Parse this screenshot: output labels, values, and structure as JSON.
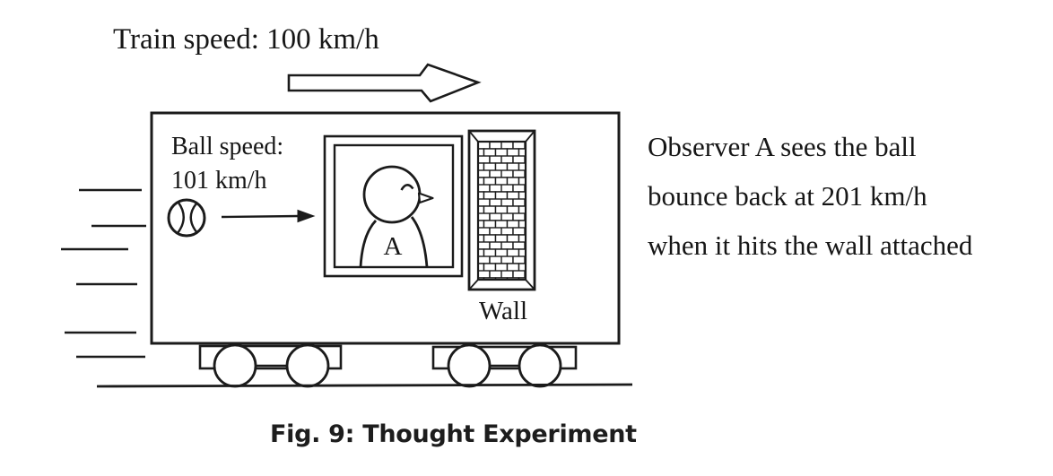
{
  "figure": {
    "train_speed_label": "Train speed: 100 km/h",
    "ball_speed_line1": "Ball speed:",
    "ball_speed_line2": "101 km/h",
    "observer_letter": "A",
    "wall_label": "Wall",
    "observer_note_lines": [
      "Observer A sees the ball",
      "bounce back at 201 km/h",
      "when it hits the wall attached"
    ],
    "caption": "Fig. 9: Thought Experiment"
  },
  "icons": {
    "train_direction_arrow": "right-arrow-outline",
    "ball_motion_arrow": "right-arrow-solid",
    "ball": "baseball-glyph",
    "wall": "brick-wall-panel",
    "observer": "person-in-window",
    "motion_lines": "speed-dashes"
  },
  "colors": {
    "ink": "#1b1b1b",
    "paper": "#ffffff"
  }
}
